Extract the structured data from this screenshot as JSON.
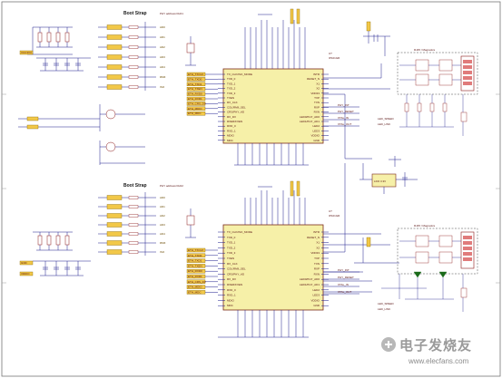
{
  "schematic": {
    "top_section": {
      "strap_title": "Boot Strap",
      "strap_sub": "PHY address=0x01",
      "chip_ref": "U?",
      "chip_part": "IP101GR",
      "left_pins": [
        "TX_CLK/ISO_MODE",
        "TXD_0",
        "TXD_1",
        "TXD_2",
        "TXD_3",
        "TXEN",
        "RX_CLK",
        "COL/RMII_SEL",
        "CRS/PHY_AD",
        "RX_DV",
        "RXER/FXEN",
        "RXD_0",
        "RXD_1",
        "MDIO",
        "MDC"
      ],
      "right_pins": [
        "INTR",
        "RESET_N",
        "X1",
        "X2",
        "VDD33",
        "TXP",
        "TXN",
        "RXP",
        "RXN",
        "LED0/PHY_AD0",
        "LED1/PHY_AD1",
        "LED2",
        "LED3",
        "VDDIO",
        "GND"
      ],
      "strap_nets": [
        "AD0",
        "AD1",
        "AD2",
        "AD3",
        "AD4",
        "RMII",
        "ISO"
      ],
      "bus_labels": [
        "ETH_TXCLK",
        "ETH_TXD0",
        "ETH_TXD1",
        "ETH_TXEN",
        "ETH_RXD0",
        "ETH_RXD1",
        "ETH_CRS_DV",
        "ETH_MDIO",
        "ETH_MDC"
      ],
      "right_nets": [
        "PHY_INT",
        "PHY_RESET",
        "XTAL_IN",
        "XTAL_OUT"
      ],
      "led_nets": [
        "LED_SPEED",
        "LED_LINK"
      ],
      "transformer_label": "RJ45 / Magnetics",
      "regulator_label": "LDO 3.3V"
    },
    "bottom_section": {
      "strap_title": "Boot Strap",
      "strap_sub": "PHY address=0x02",
      "chip_ref": "U?",
      "chip_part": "IP101GR",
      "left_pins": [
        "TX_CLK/ISO_MODE",
        "TXD_0",
        "TXD_1",
        "TXD_2",
        "TXD_3",
        "TXEN",
        "RX_CLK",
        "COL/RMII_SEL",
        "CRS/PHY_AD",
        "RX_DV",
        "RXER/FXEN",
        "RXD_0",
        "RXD_1",
        "MDIO",
        "MDC"
      ],
      "right_pins": [
        "INTR",
        "RESET_N",
        "X1",
        "X2",
        "VDD33",
        "TXP",
        "TXN",
        "RXP",
        "RXN",
        "LED0/PHY_AD0",
        "LED1/PHY_AD1",
        "LED2",
        "LED3",
        "VDDIO",
        "GND"
      ],
      "strap_nets": [
        "AD0",
        "AD1",
        "AD2",
        "AD3",
        "AD4",
        "RMII",
        "ISO"
      ],
      "bus_labels": [
        "ETH_TXCLK",
        "ETH_TXD0",
        "ETH_TXD1",
        "ETH_TXEN",
        "ETH_RXD0",
        "ETH_RXD1",
        "ETH_CRS_DV",
        "ETH_MDIO",
        "ETH_MDC"
      ],
      "right_nets": [
        "PHY_INT",
        "PHY_RESET",
        "XTAL_IN",
        "XTAL_OUT"
      ],
      "led_nets": [
        "LED_SPEED",
        "LED_LINK"
      ],
      "transformer_label": "RJ45 / Magnetics"
    },
    "power_nets": [
      "VCC3V3",
      "GND",
      "VDDIO"
    ],
    "watermark": {
      "text": "电子发烧友",
      "url": "www.elecfans.com"
    },
    "colors": {
      "wire": "#1a1a8c",
      "chip_fill": "#f6f0a8",
      "chip_stroke": "#7a2a1a",
      "net_label_fill": "#f2c848",
      "component": "#8c1a1a",
      "border": "#777777"
    }
  }
}
